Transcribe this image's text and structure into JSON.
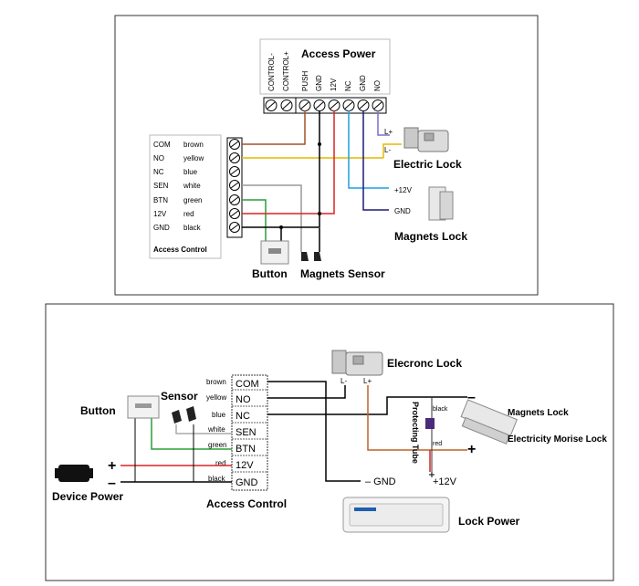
{
  "top": {
    "power_title": "Access Power",
    "top_terminals": [
      "CONTROL-",
      "CONTROL+"
    ],
    "power_terminals": [
      "PUSH",
      "GND",
      "12V",
      "NC",
      "GND",
      "NO"
    ],
    "controller_rows": [
      {
        "term": "COM",
        "wire": "brown"
      },
      {
        "term": "NO",
        "wire": "yellow"
      },
      {
        "term": "NC",
        "wire": "blue"
      },
      {
        "term": "SEN",
        "wire": "white"
      },
      {
        "term": "BTN",
        "wire": "green"
      },
      {
        "term": "12V",
        "wire": "red"
      },
      {
        "term": "GND",
        "wire": "black"
      }
    ],
    "controller_title": "Access Control",
    "l_plus": "L+",
    "l_minus": "L-",
    "electric_lock": "Electric Lock",
    "v12": "+12V",
    "gnd": "GND",
    "magnets_lock": "Magnets Lock",
    "button": "Button",
    "magnets_sensor": "Magnets Sensor"
  },
  "bottom": {
    "button": "Button",
    "sensor": "Sensor",
    "wire_labels": [
      "brown",
      "yellow",
      "blue",
      "white",
      "green",
      "red",
      "black"
    ],
    "terminals": [
      "COM",
      "NO",
      "NC",
      "SEN",
      "BTN",
      "12V",
      "GND"
    ],
    "controller_title": "Access Control",
    "plus": "+",
    "minus": "–",
    "device_power": "Device Power",
    "electronic_lock": "Elecronc Lock",
    "l_minus": "L-",
    "l_plus": "L+",
    "tube_label": "Protecting Tube",
    "tube_black": "black",
    "tube_red": "red",
    "magnets_lock": "Magnets Lock",
    "electricity_morise_lock": "Electricity Morise Lock",
    "ml_minus": "–",
    "ml_plus": "+",
    "gnd_label": "– GND",
    "v12_label": "+12V",
    "lock_power": "Lock Power"
  }
}
